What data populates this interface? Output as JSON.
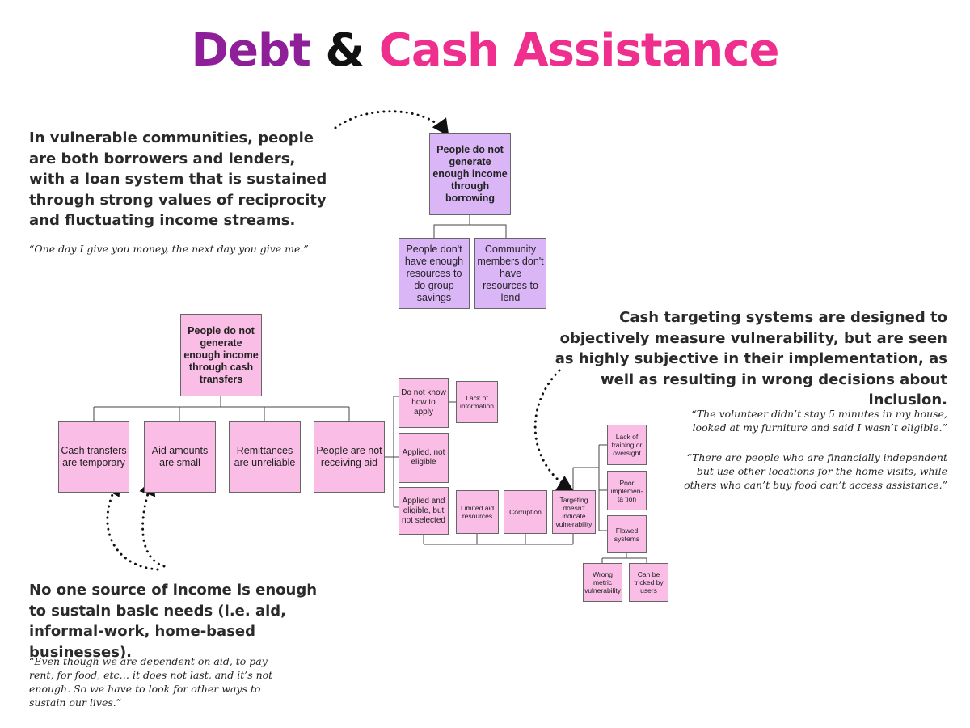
{
  "title": {
    "part1": "Debt",
    "part2": "&",
    "part3": "Cash Assistance"
  },
  "colors": {
    "title_purple": "#8e1f99",
    "title_pink": "#ee2f8e",
    "box_purple": "#dbb6f6",
    "box_pink": "#f9bde6"
  },
  "sections": {
    "borrowing": {
      "heading": "In vulnerable communities, people are both borrowers and lenders, with a loan system that is sustained through strong values of reciprocity and fluctuating income streams.",
      "quote": "“One day I give you money, the next day you give me.”"
    },
    "income": {
      "heading": "No one source of income is enough to sustain basic needs (i.e. aid, informal-work, home-based businesses).",
      "quote": "“Even though we are dependent on aid, to pay rent, for food, etc… it does not last, and it’s not enough. So we have to look for other ways to sustain our lives.”"
    },
    "targeting": {
      "heading": "Cash targeting systems are designed to objectively measure vulnerability, but are seen as highly subjective in their implementation, as well as  resulting in wrong decisions about inclusion.",
      "quote1": "“The volunteer didn’t stay 5 minutes in my house, looked at my furniture and said I wasn’t eligible.”",
      "quote2": "“There are people who are financially independent but use other locations for the home visits, while others who can’t buy food can’t access assistance.”"
    }
  },
  "tree_borrowing": {
    "root": "People do not generate enough income through borrowing",
    "children": [
      "People don't have enough resources to do group savings",
      "Community members don't have resources to lend"
    ]
  },
  "tree_cash": {
    "root": "People do not generate enough income through cash transfers",
    "children": [
      "Cash transfers are temporary",
      "Aid amounts are small",
      "Remittances are unreliable",
      "People are not receiving aid"
    ],
    "not_receiving": {
      "do_not_know": "Do not know how to apply",
      "lack_info": "Lack of information",
      "applied_not_eligible": "Applied, not eligible",
      "applied_eligible": "Applied and eligible, but not selected",
      "limited_resources": "Limited aid resources",
      "corruption": "Corruption",
      "targeting": "Targeting doesn't indicate vulnerability"
    },
    "targeting_causes": {
      "lack_training": "Lack of training or oversight",
      "poor_impl": "Poor implemen-ta tion",
      "flawed": "Flawed systems",
      "wrong_metric": "Wrong metric vulnerability",
      "tricked": "Can be tricked by users"
    }
  }
}
